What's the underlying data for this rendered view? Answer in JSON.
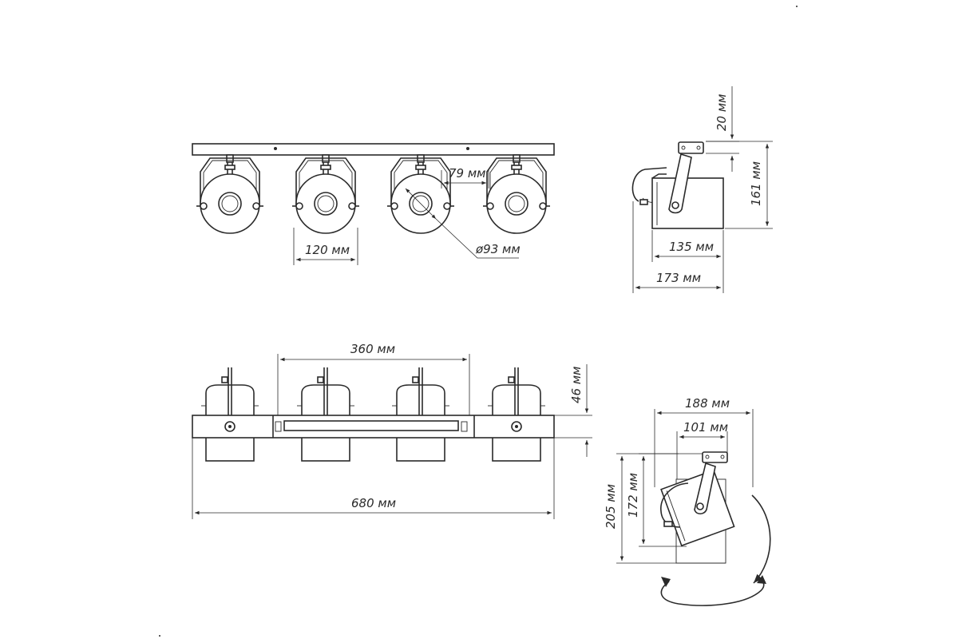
{
  "dimensions": {
    "front_spacing": "79 мм",
    "front_width": "120 мм",
    "front_diameter": "ø93 мм",
    "side_top": "20 мм",
    "side_height": "161 мм",
    "side_body_length": "135 мм",
    "side_total_length": "173 мм",
    "bottom_span": "360 мм",
    "bottom_height": "46 мм",
    "bottom_total": "680 мм",
    "tilt_width": "188 мм",
    "tilt_inner_width": "101 мм",
    "tilt_height_outer": "205 мм",
    "tilt_height_inner": "172 мм"
  }
}
